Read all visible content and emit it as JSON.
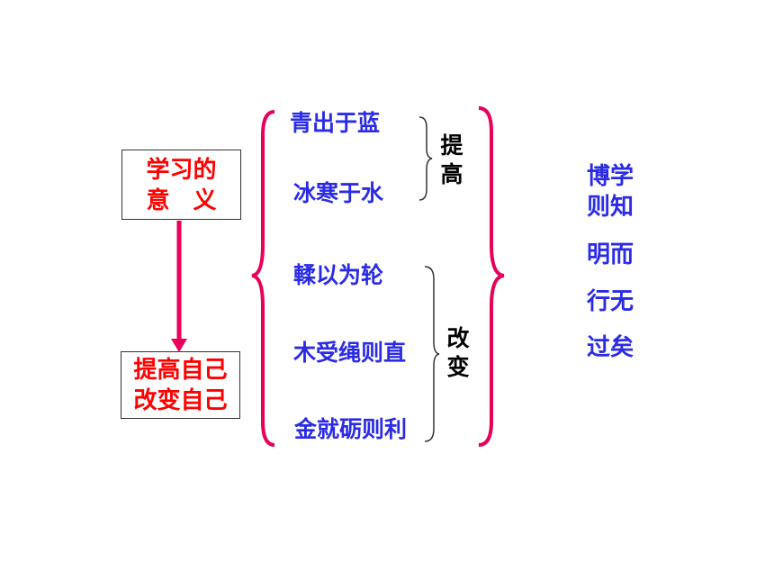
{
  "meaning_box": {
    "line1": "学习的",
    "line2": "意　义"
  },
  "result_box": {
    "line1": "提高自己",
    "line2": "改变自己"
  },
  "phrases": {
    "p1": "青出于蓝",
    "p2": "冰寒于水",
    "p3": "輮以为轮",
    "p4": "木受绳则直",
    "p5": "金就砺则利"
  },
  "group_labels": {
    "improve": {
      "c1": "提",
      "c2": "高"
    },
    "change": {
      "c1": "改",
      "c2": "变"
    }
  },
  "conclusion": {
    "l1": "博学",
    "l2": "则知",
    "l3": "明而",
    "l4": "行无",
    "l5": "过矣"
  },
  "colors": {
    "arrow": "#e8005a",
    "big_brace": "#e8005a",
    "phrase_text": "#2b2be6",
    "box_text": "#ff0000"
  }
}
